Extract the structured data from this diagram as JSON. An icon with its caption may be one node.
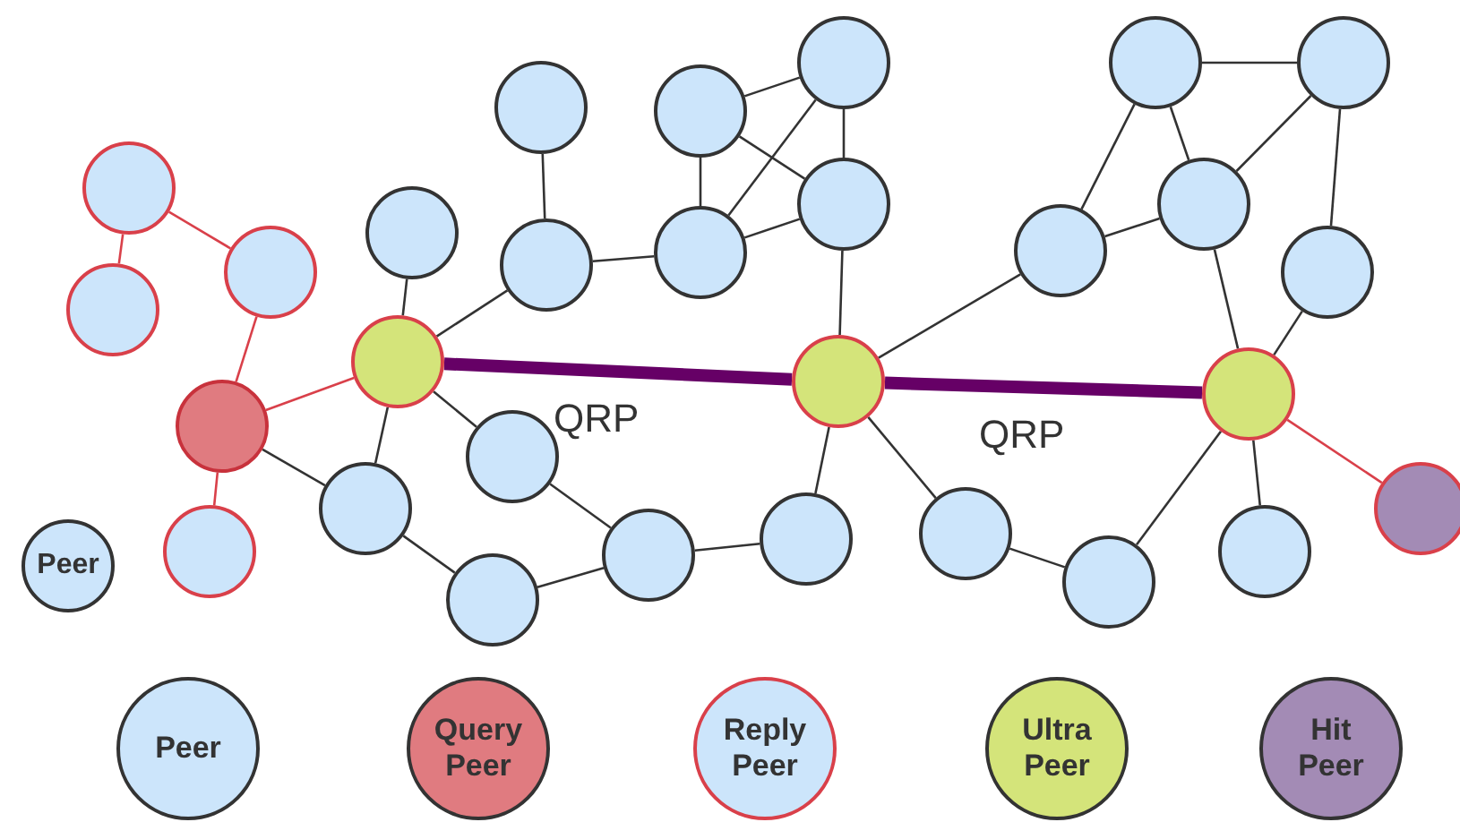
{
  "diagram": {
    "nodes": [
      {
        "text": [],
        "shape": "circle"
      },
      {
        "text": [],
        "shape": "circle"
      },
      {
        "text": [],
        "shape": "circle"
      },
      {
        "text": [],
        "shape": "circle"
      },
      {
        "text": [],
        "shape": "circle"
      },
      {
        "text": [],
        "shape": "circle"
      },
      {
        "text": [],
        "shape": "circle"
      },
      {
        "text": [],
        "shape": "circle"
      },
      {
        "text": [],
        "shape": "circle"
      },
      {
        "text": [],
        "shape": "circle"
      },
      {
        "text": [],
        "shape": "circle"
      },
      {
        "text": [],
        "shape": "circle"
      },
      {
        "text": [],
        "shape": "circle"
      },
      {
        "text": [],
        "shape": "circle"
      },
      {
        "text": [],
        "shape": "circle"
      },
      {
        "text": [],
        "shape": "circle"
      },
      {
        "text": [],
        "shape": "circle"
      },
      {
        "text": [],
        "shape": "circle"
      },
      {
        "text": [],
        "shape": "circle"
      },
      {
        "text": [],
        "shape": "circle"
      },
      {
        "text": [],
        "shape": "circle"
      },
      {
        "text": [],
        "shape": "circle"
      },
      {
        "text": [],
        "shape": "circle"
      },
      {
        "text": [],
        "shape": "circle"
      },
      {
        "text": [],
        "shape": "circle"
      },
      {
        "text": [],
        "shape": "circle"
      },
      {
        "text": [],
        "shape": "circle"
      },
      {
        "text": [],
        "shape": "circle"
      },
      {
        "text": [],
        "shape": "circle"
      },
      {
        "text": [
          "Peer"
        ]
      },
      {
        "text": [
          "Peer"
        ]
      },
      {
        "text": [
          "Query Peer"
        ]
      },
      {
        "text": [
          "Reply Peer"
        ]
      },
      {
        "text": [
          "Ultra Peer"
        ]
      },
      {
        "text": [
          "Hit Peer"
        ]
      }
    ],
    "edges": [
      {
        "from": 0,
        "to": 2,
        "arrow": "none",
        "color": "#d9404a"
      },
      {
        "from": 0,
        "to": 1,
        "arrow": "none",
        "color": "#d9404a"
      },
      {
        "from": 2,
        "to": 3,
        "arrow": "none",
        "color": "#d9404a"
      },
      {
        "from": 3,
        "to": 6,
        "arrow": "none",
        "color": "#d9404a"
      },
      {
        "from": 3,
        "to": 4,
        "arrow": "none",
        "color": "#d9404a"
      },
      {
        "from": 3,
        "to": 14,
        "arrow": "none"
      },
      {
        "from": 6,
        "to": 5,
        "arrow": "none"
      },
      {
        "from": 6,
        "to": 8,
        "arrow": "none"
      },
      {
        "from": 6,
        "to": 13,
        "arrow": "none"
      },
      {
        "from": 6,
        "to": 14,
        "arrow": "none"
      },
      {
        "from": 7,
        "to": 8,
        "arrow": "none"
      },
      {
        "from": 8,
        "to": 10,
        "arrow": "none"
      },
      {
        "from": 9,
        "to": 10,
        "arrow": "none"
      },
      {
        "from": 9,
        "to": 11,
        "arrow": "none"
      },
      {
        "from": 9,
        "to": 12,
        "arrow": "none"
      },
      {
        "from": 10,
        "to": 11,
        "arrow": "none"
      },
      {
        "from": 10,
        "to": 12,
        "arrow": "none"
      },
      {
        "from": 11,
        "to": 12,
        "arrow": "none"
      },
      {
        "from": 12,
        "to": 18,
        "arrow": "none"
      },
      {
        "from": 14,
        "to": 15,
        "arrow": "none"
      },
      {
        "from": 15,
        "to": 16,
        "arrow": "none"
      },
      {
        "from": 13,
        "to": 16,
        "arrow": "none"
      },
      {
        "from": 16,
        "to": 17,
        "arrow": "none"
      },
      {
        "from": 17,
        "to": 18,
        "arrow": "none"
      },
      {
        "from": 6,
        "to": 18,
        "arrow": "none",
        "label": "QRP",
        "style": "thick",
        "color": "#660066"
      },
      {
        "from": 18,
        "to": 24,
        "arrow": "none",
        "label": "QRP",
        "style": "thick",
        "color": "#660066"
      },
      {
        "from": 18,
        "to": 19,
        "arrow": "none"
      },
      {
        "from": 19,
        "to": 20,
        "arrow": "none"
      },
      {
        "from": 19,
        "to": 22,
        "arrow": "none"
      },
      {
        "from": 20,
        "to": 21,
        "arrow": "none"
      },
      {
        "from": 20,
        "to": 22,
        "arrow": "none"
      },
      {
        "from": 22,
        "to": 21,
        "arrow": "none"
      },
      {
        "from": 21,
        "to": 23,
        "arrow": "none"
      },
      {
        "from": 22,
        "to": 24,
        "arrow": "none"
      },
      {
        "from": 23,
        "to": 24,
        "arrow": "none"
      },
      {
        "from": 18,
        "to": 25,
        "arrow": "none"
      },
      {
        "from": 25,
        "to": 26,
        "arrow": "none"
      },
      {
        "from": 24,
        "to": 26,
        "arrow": "none"
      },
      {
        "from": 24,
        "to": 27,
        "arrow": "none"
      },
      {
        "from": 24,
        "to": 28,
        "arrow": "none",
        "color": "#d9404a"
      }
    ]
  }
}
